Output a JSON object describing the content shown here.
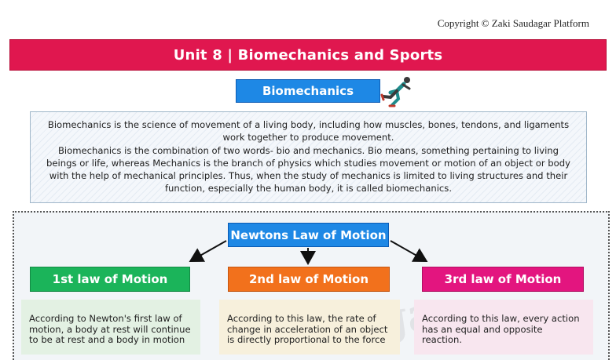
{
  "copyright": "Copyright © Zaki Saudagar Platform",
  "banner": {
    "title": "Unit 8 | Biomechanics and Sports"
  },
  "biomechanics": {
    "heading": "Biomechanics",
    "icon": "runner-icon",
    "paragraph1": "Biomechanics is the science of movement of a living body, including how muscles, bones, tendons, and ligaments work together to produce movement.",
    "paragraph2": "Biomechanics is the combination of two words- bio and mechanics. Bio means, something pertaining to living beings or life, whereas Mechanics is the branch of physics which studies movement or motion of an object or body with the help of mechanical principles. Thus, when the study of mechanics is limited to living structures and their function, especially the human body, it is called biomechanics."
  },
  "newton": {
    "heading": "Newtons Law of Motion",
    "laws": [
      {
        "title": "1st law of Motion",
        "text": "According to Newton's first law of motion, a body at rest will continue to be at rest and a body in motion",
        "color": "#1bb45a"
      },
      {
        "title": "2nd law of Motion",
        "text": "According to this law, the rate of change in acceleration of an object is directly proportional to the force",
        "color": "#f2711c"
      },
      {
        "title": "3rd law of Motion",
        "text": "According to this law, every action has an equal and opposite reaction.",
        "color": "#e3157f"
      }
    ]
  },
  "watermark": "agar",
  "colors": {
    "banner": "#e0174f",
    "heading_blue": "#1e88e5"
  }
}
